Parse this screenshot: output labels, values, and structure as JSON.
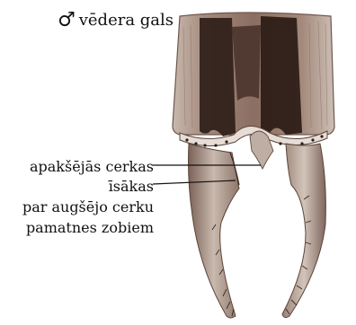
{
  "title": {
    "symbol": "♂",
    "text": "vēdera gals"
  },
  "labels": [
    {
      "text": "apakšējās cerkas"
    },
    {
      "text": "īsākas"
    },
    {
      "text": "par augšējo cerku"
    },
    {
      "text": "pamatnes zobiem"
    }
  ]
}
